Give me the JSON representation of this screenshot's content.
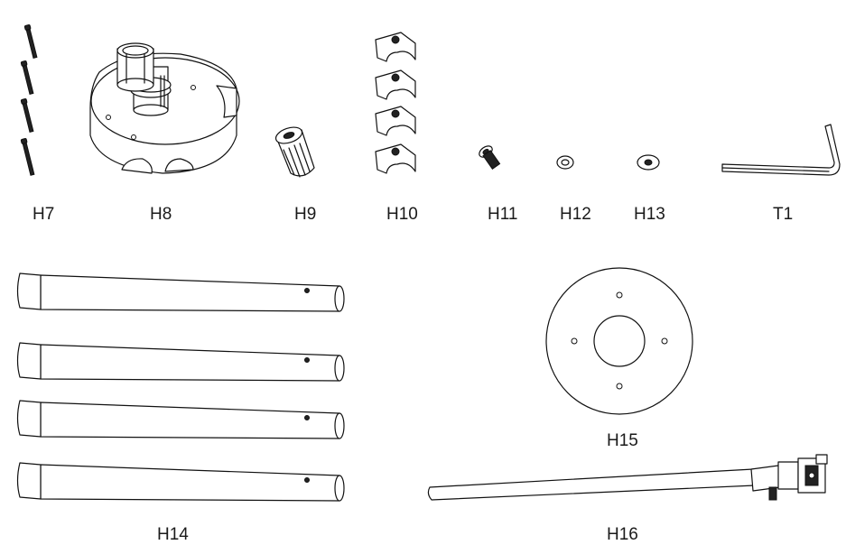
{
  "parts": {
    "h7": {
      "label": "H7"
    },
    "h8": {
      "label": "H8"
    },
    "h9": {
      "label": "H9"
    },
    "h10": {
      "label": "H10"
    },
    "h11": {
      "label": "H11"
    },
    "h12": {
      "label": "H12"
    },
    "h13": {
      "label": "H13"
    },
    "t1": {
      "label": "T1"
    },
    "h14": {
      "label": "H14"
    },
    "h15": {
      "label": "H15"
    },
    "h16": {
      "label": "H16"
    }
  }
}
